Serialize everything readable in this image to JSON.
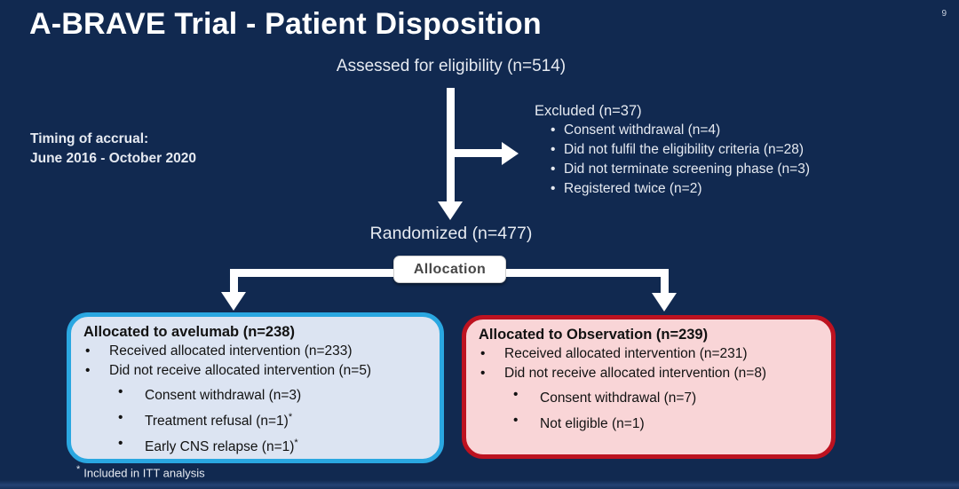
{
  "slide": {
    "page_number": "9",
    "title": "A-BRAVE Trial - Patient Disposition",
    "accrual": {
      "line1": "Timing of accrual:",
      "line2": "June 2016 - October 2020"
    },
    "footnote_marker": "*",
    "footnote_text": "Included in ITT analysis"
  },
  "flow": {
    "assessed": "Assessed for eligibility (n=514)",
    "excluded": {
      "title": "Excluded (n=37)",
      "items": [
        "Consent withdrawal (n=4)",
        "Did not fulfil the eligibility criteria (n=28)",
        "Did not terminate screening phase (n=3)",
        "Registered twice (n=2)"
      ]
    },
    "randomized": "Randomized (n=477)",
    "allocation_label": "Allocation",
    "avelumab": {
      "title": "Allocated to avelumab (n=238)",
      "items": [
        "Received allocated intervention (n=233)",
        "Did not receive allocated intervention (n=5)"
      ],
      "subitems": [
        {
          "text": "Consent withdrawal (n=3)",
          "sup": ""
        },
        {
          "text": "Treatment refusal (n=1)",
          "sup": "*"
        },
        {
          "text": "Early CNS relapse (n=1)",
          "sup": "*"
        }
      ]
    },
    "observation": {
      "title": "Allocated to Observation (n=239)",
      "items": [
        "Received allocated intervention (n=231)",
        "Did not receive allocated intervention (n=8)"
      ],
      "subitems": [
        {
          "text": "Consent withdrawal (n=7)",
          "sup": ""
        },
        {
          "text": "Not eligible (n=1)",
          "sup": ""
        }
      ]
    }
  },
  "colors": {
    "background": "#112950",
    "avelumab_border": "#2aa7e1",
    "avelumab_bg": "#dce4f2",
    "observation_border": "#bd1220",
    "observation_bg": "#f9d5d7",
    "allocation_bg": "#ffffff",
    "allocation_text": "#474747",
    "text_light": "#e6eaf1",
    "text_dark": "#121212",
    "arrow": "#ffffff"
  }
}
